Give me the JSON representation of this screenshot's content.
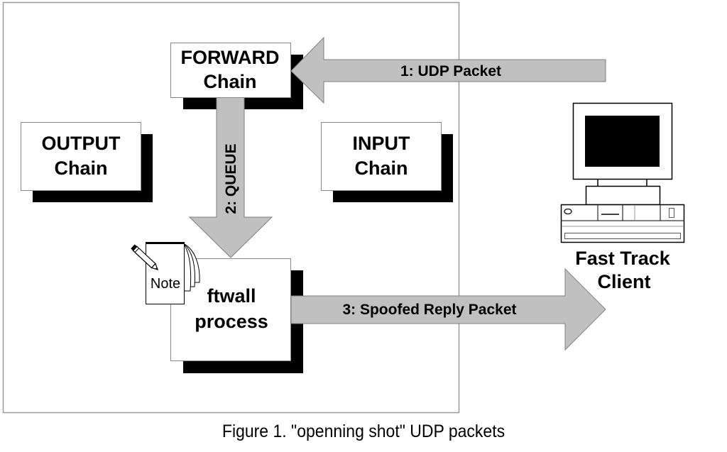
{
  "diagram": {
    "firewall_frame": {
      "label": ""
    },
    "chains": {
      "forward": {
        "line1": "FORWARD",
        "line2": "Chain"
      },
      "output": {
        "line1": "OUTPUT",
        "line2": "Chain"
      },
      "input": {
        "line1": "INPUT",
        "line2": "Chain"
      }
    },
    "process": {
      "line1": "ftwall",
      "line2": "process"
    },
    "note": {
      "label": "Note",
      "icon": "notepad-with-pencil-icon"
    },
    "arrows": [
      {
        "step": 1,
        "label": "1: UDP Packet",
        "from": "Fast Track Client",
        "to": "FORWARD Chain"
      },
      {
        "step": 2,
        "label": "2: QUEUE",
        "from": "FORWARD Chain",
        "to": "ftwall process"
      },
      {
        "step": 3,
        "label": "3: Spoofed Reply Packet",
        "from": "ftwall process",
        "to": "Fast Track Client"
      }
    ],
    "client": {
      "line1": "Fast Track",
      "line2": "Client",
      "icon": "desktop-computer-icon"
    },
    "colors": {
      "arrow_fill": "#c0c0c0",
      "arrow_stroke": "#808080",
      "shadow": "#000000",
      "box_fill": "#ffffff",
      "frame_stroke": "#9a9a9a"
    }
  },
  "caption": "Figure 1. \"openning shot\" UDP packets"
}
